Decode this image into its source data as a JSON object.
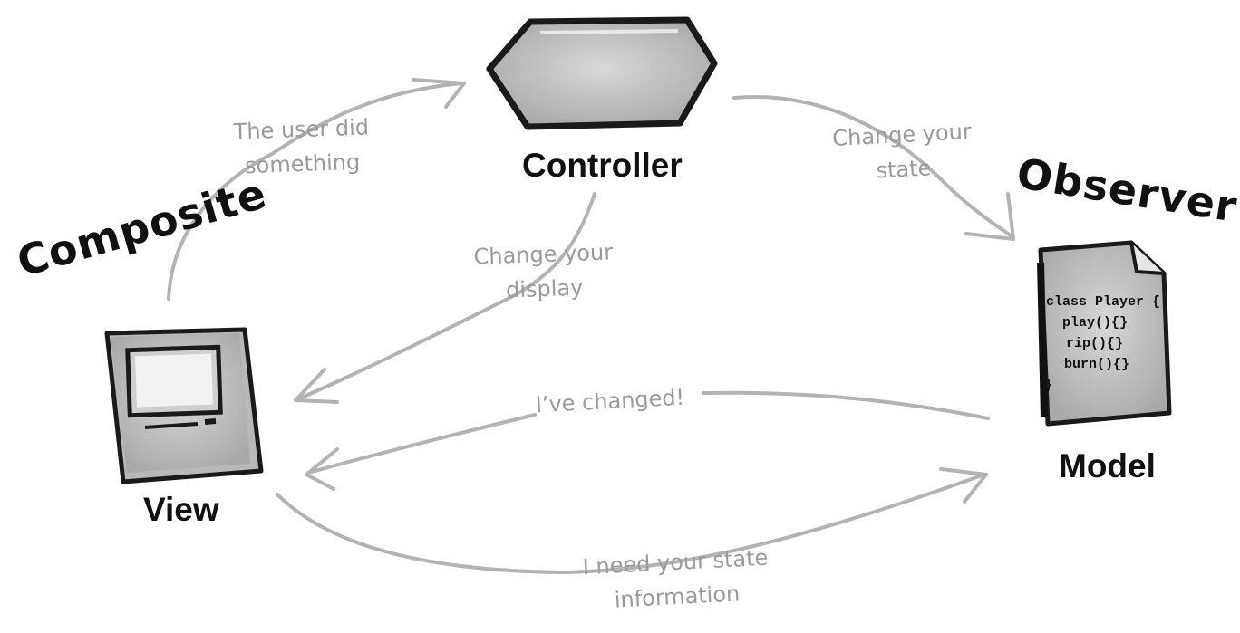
{
  "nodes": {
    "controller": "Controller",
    "view": "View",
    "model": "Model"
  },
  "patterns": {
    "composite": "Composite",
    "observer": "Observer"
  },
  "edges": {
    "user_did_something": [
      "The user did",
      "something"
    ],
    "change_your_state": [
      "Change your",
      "state"
    ],
    "change_your_display": [
      "Change your",
      "display"
    ],
    "ive_changed": "I’ve changed!",
    "need_state_info": [
      "I need your state",
      "information"
    ]
  },
  "code": {
    "line1": "class Player {",
    "line2": "play(){}",
    "line3": "rip(){}",
    "line4": "burn(){}",
    "line5": "}"
  },
  "colors": {
    "arrow": "#b3b3b3",
    "label": "#9a9a9a",
    "icon_fill": "#bdbdbd",
    "icon_outline": "#1a1a1a"
  }
}
